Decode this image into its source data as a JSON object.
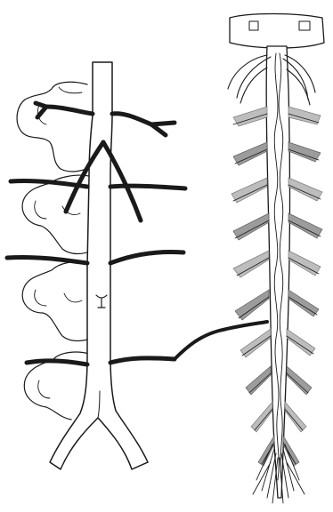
{
  "figure": {
    "left_panel": "aorta-with-segmental-arteries-and-vertebrae",
    "right_panel": "spinal-cord-with-nerve-roots-and-vessels",
    "connector": "segmental-artery-to-spinal-cord"
  },
  "colors": {
    "ink": "#1a1a1a",
    "shade": "#bdbdbd",
    "shade_dark": "#9c9c9c",
    "background": "#ffffff"
  }
}
